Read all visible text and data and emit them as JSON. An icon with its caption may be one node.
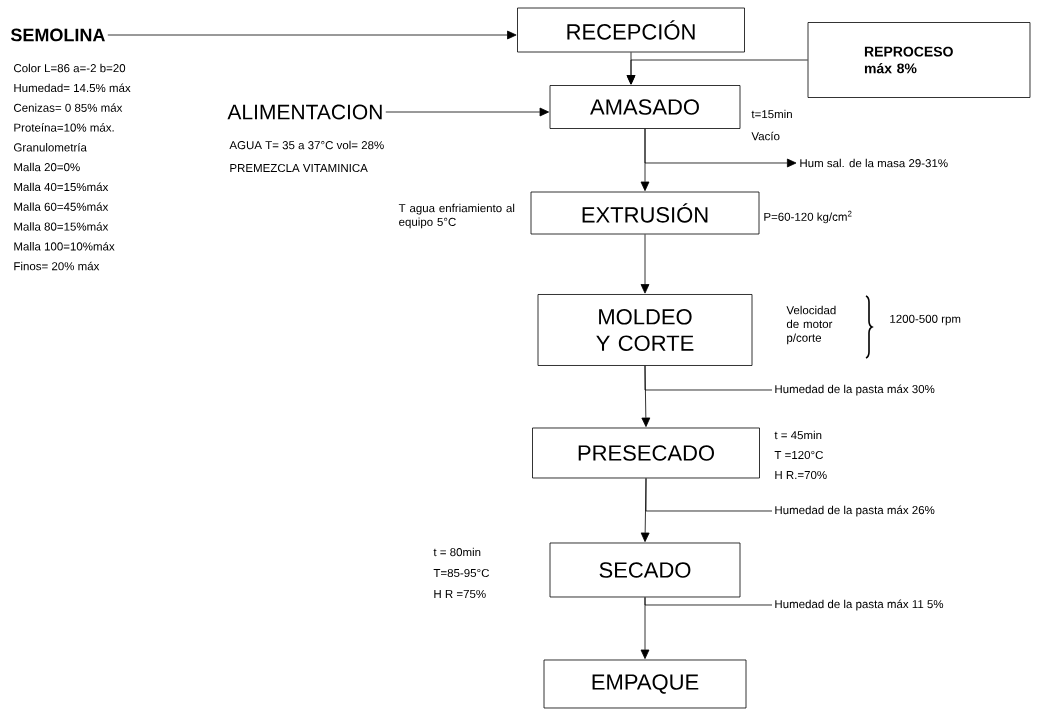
{
  "diagram": {
    "nodes": [
      {
        "text": [
          "SEMOLINA"
        ],
        "beside": [
          "Color  L=86 a=-2 b=20",
          "Humedad= 14.5% máx",
          "Cenizas= 0 85% máx",
          "Proteína=10% máx.",
          "Granulometría",
          "Malla 20=0%",
          "Malla 40=15%máx",
          "Malla 60=45%máx",
          "Malla 80=15%máx",
          "Malla 100=10%máx",
          "Finos= 20% máx"
        ]
      },
      {
        "text": [
          "RECEPCIÓN"
        ]
      },
      {
        "text": [
          "REPROCESO máx 8%"
        ]
      },
      {
        "text": [
          "ALIMENTACION"
        ],
        "beside": [
          "AGUA T= 35 a  37°C  vol= 28%",
          "PREMEZCLA VITAMINICA"
        ]
      },
      {
        "text": [
          "AMASADO"
        ],
        "beside": [
          "t=15min",
          "Vacío"
        ]
      },
      {
        "text": [
          "Hum sal. de la masa  29-31%"
        ]
      },
      {
        "text": [
          "EXTRUSIÓN"
        ],
        "beside": [
          "P=60-120 kg/cm$^{2}$",
          "T agua enfriamiento al equipo 5°C"
        ]
      },
      {
        "text": [
          "MOLDEO Y CORTE"
        ],
        "beside": [
          "Velocidad de motor p/corte"
        ]
      },
      {
        "text": [
          "Humedad de la pasta máx 30%"
        ]
      },
      {
        "text": [
          "PRESECADO"
        ],
        "beside": [
          "t = 45min",
          "T =120°C",
          "H R.=70%"
        ]
      },
      {
        "text": [
          "Humedad de la pasta máx 26%"
        ]
      },
      {
        "text": [
          "SECADO"
        ],
        "beside": [
          "t = 80min",
          "T=85-95°C",
          "H R =75%"
        ]
      },
      {
        "text": [
          "Humedad de la pasta máx 11 5%"
        ]
      },
      {
        "text": [
          "EMPAQUE"
        ]
      }
    ],
    "edges": [
      {
        "from": 0,
        "to": 1,
        "arrow": "to"
      },
      {
        "from": 1,
        "to": 4,
        "arrow": "to"
      },
      {
        "from": 2,
        "to": 4,
        "arrow": "to"
      },
      {
        "from": 3,
        "to": 4,
        "arrow": "to"
      },
      {
        "from": 4,
        "to": 5,
        "arrow": "to"
      },
      {
        "from": 4,
        "to": 6,
        "arrow": "to"
      },
      {
        "from": 6,
        "to": 7,
        "arrow": "to"
      },
      {
        "from": 7,
        "to": 8,
        "arrow": "none"
      },
      {
        "from": 7,
        "to": 9,
        "arrow": "to"
      },
      {
        "from": 9,
        "to": 10,
        "arrow": "none"
      },
      {
        "from": 9,
        "to": 11,
        "arrow": "to"
      },
      {
        "from": 11,
        "to": 12,
        "arrow": "none"
      },
      {
        "from": 11,
        "to": 13,
        "arrow": "to"
      }
    ],
    "labels": [
      "1200-500 rpm"
    ]
  }
}
